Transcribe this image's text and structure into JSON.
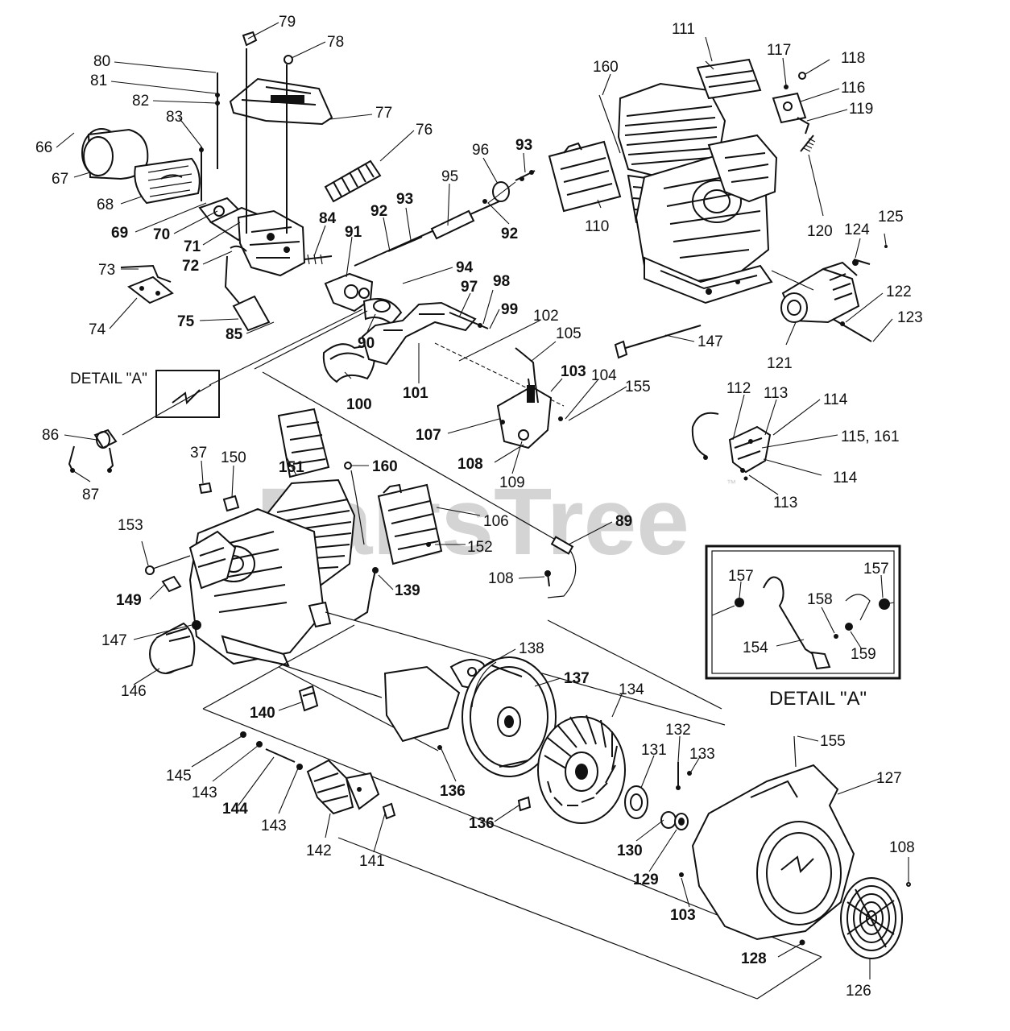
{
  "watermark": {
    "text": "PartsTree",
    "mark": "™"
  },
  "detail_inset": {
    "heading": "DETAIL \"A\""
  },
  "detail_ref": {
    "text": "DETAIL \"A\""
  },
  "labels": [
    "79",
    "78",
    "80",
    "81",
    "82",
    "77",
    "83",
    "66",
    "67",
    "76",
    "68",
    "69",
    "70",
    "71",
    "72",
    "73",
    "74",
    "75",
    "84",
    "91",
    "85",
    "92",
    "93",
    "95",
    "96",
    "93",
    "92",
    "94",
    "97",
    "98",
    "99",
    "90",
    "100",
    "101",
    "102",
    "105",
    "103",
    "104",
    "155",
    "107",
    "108",
    "109",
    "111",
    "160",
    "117",
    "118",
    "116",
    "119",
    "110",
    "120",
    "124",
    "125",
    "122",
    "123",
    "121",
    "147",
    "112",
    "113",
    "114",
    "115, 161",
    "114",
    "113",
    "86",
    "87",
    "37",
    "150",
    "151",
    "160",
    "106",
    "152",
    "89",
    "153",
    "149",
    "108",
    "139",
    "147",
    "146",
    "138",
    "137",
    "157",
    "157",
    "158",
    "154",
    "159",
    "140",
    "134",
    "132",
    "131",
    "133",
    "155",
    "127",
    "145",
    "143",
    "144",
    "143",
    "142",
    "141",
    "136",
    "136",
    "130",
    "129",
    "108",
    "103",
    "128",
    "126"
  ]
}
